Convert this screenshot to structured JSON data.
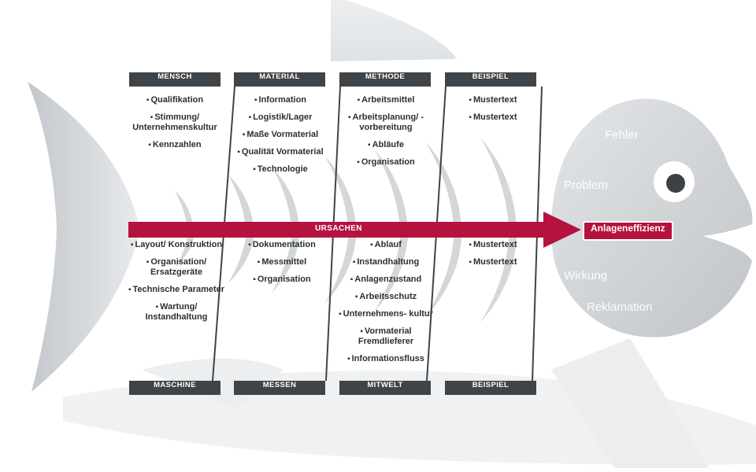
{
  "categories": [
    {
      "top": {
        "header": "MENSCH",
        "items": [
          "Qualifikation",
          "Stimmung/ Unternehmenskultur",
          "Kennzahlen"
        ]
      },
      "bottom": {
        "header": "MASCHINE",
        "items": [
          "Layout/ Konstruktion",
          "Organisation/ Ersatzgeräte",
          "Technische Parameter",
          "Wartung/ Instandhaltung"
        ]
      }
    },
    {
      "top": {
        "header": "MATERIAL",
        "items": [
          "Information",
          "Logistik/Lager",
          "Maße Vormaterial",
          "Qualität Vormaterial",
          "Technologie"
        ]
      },
      "bottom": {
        "header": "MESSEN",
        "items": [
          "Dokumentation",
          "Messmittel",
          "Organisation"
        ]
      }
    },
    {
      "top": {
        "header": "METHODE",
        "items": [
          "Arbeitsmittel",
          "Arbeitsplanung/ -vorbereitung",
          "Abläufe",
          "Organisation"
        ]
      },
      "bottom": {
        "header": "MITWELT",
        "items": [
          "Ablauf",
          "Instandhaltung",
          "Anlagenzustand",
          "Arbeitsschutz",
          "Unternehmens- kultur",
          "Vormaterial Fremdlieferer",
          "Informationsfluss"
        ]
      }
    },
    {
      "top": {
        "header": "BEISPIEL",
        "items": [
          "Mustertext",
          "Mustertext"
        ]
      },
      "bottom": {
        "header": "BEISPIEL",
        "items": [
          "Mustertext",
          "Mustertext"
        ]
      }
    }
  ],
  "spine": {
    "label": "URSACHEN",
    "color": "#b5123f"
  },
  "effect": {
    "label": "Anlageneffizienz",
    "color": "#b5123f"
  },
  "fish_words": {
    "fehler": "Fehler",
    "problem": "Problem",
    "wirkung": "Wirkung",
    "reklamation": "Reklamation"
  },
  "bullet_glyph": "▪",
  "colors": {
    "header_bg": "#3f4448",
    "fish": "#d5d8db"
  }
}
